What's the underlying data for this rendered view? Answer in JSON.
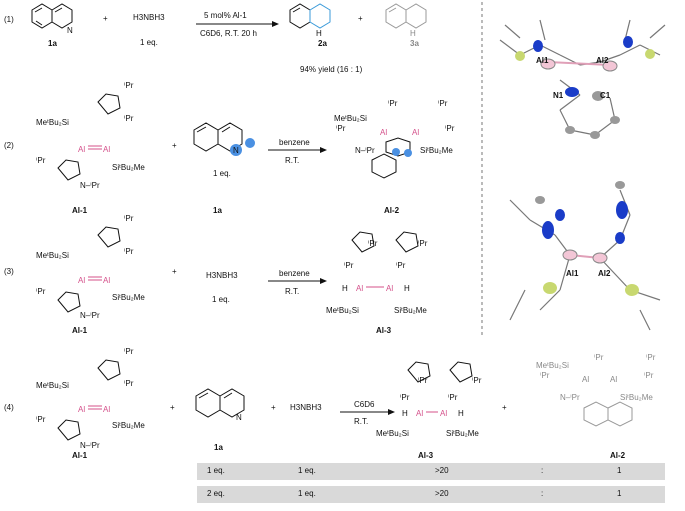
{
  "reactions": {
    "r1": {
      "number": "(1)",
      "substrate": "1a",
      "reagent": "H3NBH3",
      "reagent_eq": "1 eq.",
      "catalyst": "5 mol% Al-1",
      "conditions": "C6D6, R.T. 20 h",
      "product_major": "2a",
      "product_minor": "3a",
      "yield": "94% yield (16 : 1)"
    },
    "r2": {
      "number": "(2)",
      "reactant_label": "Al-1",
      "substrate": "1a",
      "substrate_eq": "1 eq.",
      "solvent": "benzene",
      "temp": "R.T.",
      "product": "Al-2"
    },
    "r3": {
      "number": "(3)",
      "reactant_label": "Al-1",
      "reagent": "H3NBH3",
      "reagent_eq": "1 eq.",
      "solvent": "benzene",
      "temp": "R.T.",
      "product": "Al-3"
    },
    "r4": {
      "number": "(4)",
      "reactant_label": "Al-1",
      "substrate": "1a",
      "reagent": "H3NBH3",
      "solvent": "C6D6",
      "temp": "R.T.",
      "product_1": "Al-3",
      "product_2": "Al-2"
    }
  },
  "atom_labels": {
    "al": "Al",
    "si_top": "MeᵗBu₂Si",
    "si_bottom": "SiᵗBu₂Me",
    "ipr": "ⁱPr",
    "nipr": "N–ⁱPr",
    "h": "H",
    "n": "N",
    "plus": "+"
  },
  "crystal": {
    "top": {
      "al1": "Al1",
      "al2": "Al2",
      "n1": "N1",
      "c1": "C1"
    },
    "bottom": {
      "al1": "Al1",
      "al2": "Al2"
    }
  },
  "table": {
    "rows": [
      {
        "amine": "1 eq.",
        "quinoline": "1 eq.",
        "ratio_al3": ">20",
        "sep": ":",
        "ratio_al2": "1"
      },
      {
        "amine": "2 eq.",
        "quinoline": "1 eq.",
        "ratio_al3": ">20",
        "sep": ":",
        "ratio_al2": "1"
      }
    ]
  },
  "colors": {
    "al": "#d4508a",
    "highlight": "#4a90e2",
    "nitrogen": "#1a3cc8",
    "silicon": "#c8d870",
    "table_bg": "#d9d9d9"
  }
}
